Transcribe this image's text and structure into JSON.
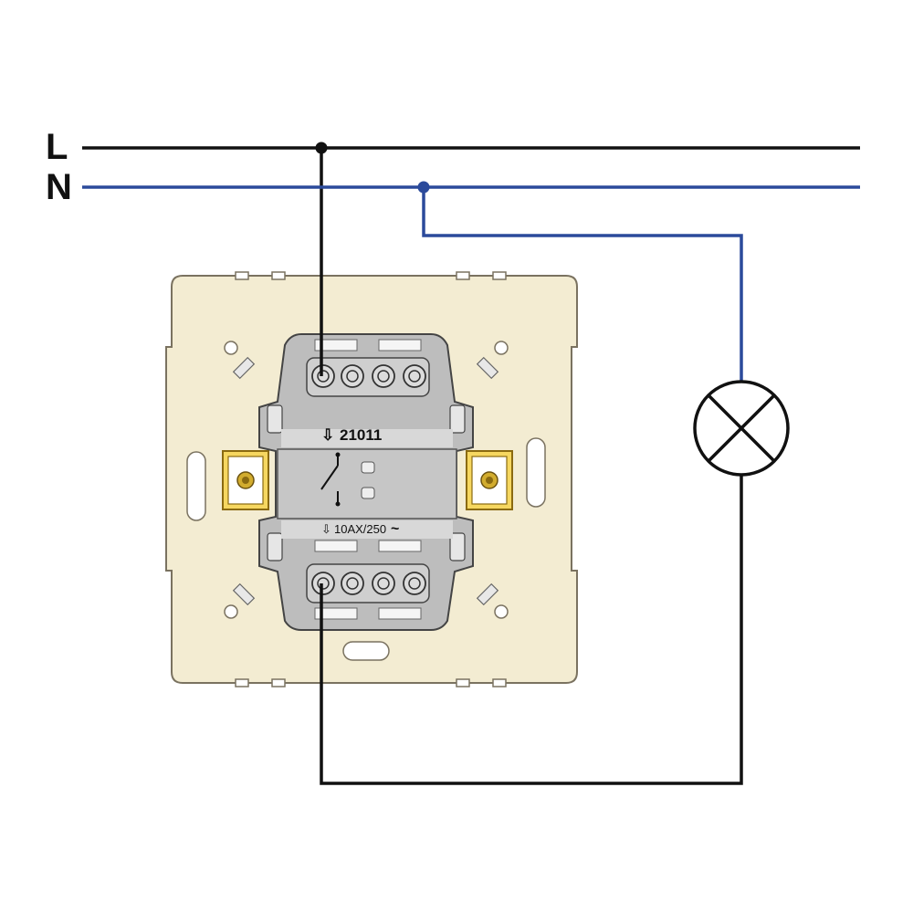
{
  "wires": {
    "live_label": "L",
    "neutral_label": "N",
    "live_color": "#111111",
    "neutral_color": "#2b4a9b"
  },
  "switch": {
    "model_number": "21011",
    "rating": "10AX/250",
    "rating_symbol": "~",
    "arrow_symbol": "⇩",
    "plate_color": "#f3ecd2",
    "body_color": "#bdbdbd",
    "terminal_color": "#d2ac2e"
  },
  "lamp": {
    "icon": "lamp-icon"
  }
}
